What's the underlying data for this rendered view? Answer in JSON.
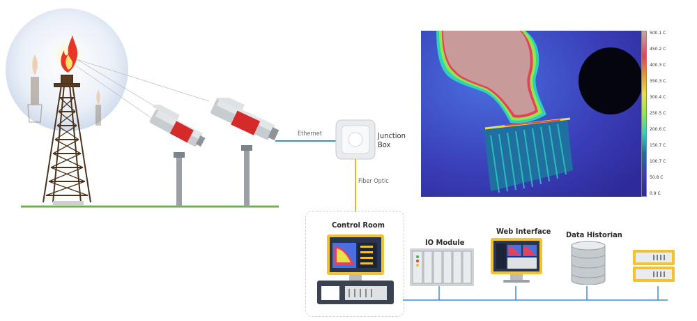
{
  "labels": {
    "ethernet": "Ethernet",
    "junction_box_line1": "Junction",
    "junction_box_line2": "Box",
    "fiber_optic": "Fiber Optic",
    "control_room": "Control Room",
    "io_module": "IO Module",
    "web_interface": "Web Interface",
    "data_historian": "Data Historian"
  },
  "colorbar": {
    "ticks": [
      "500.1 C",
      "450.2 C",
      "400.3 C",
      "350.3 C",
      "300.4 C",
      "250.5 C",
      "200.6 C",
      "150.7 C",
      "100.7 C",
      "50.8 C",
      "0.9 C"
    ]
  },
  "colors": {
    "connector_blue": "#3b8fd6",
    "fiber_yellow": "#e8b22a",
    "camera_red": "#d42a2a"
  }
}
